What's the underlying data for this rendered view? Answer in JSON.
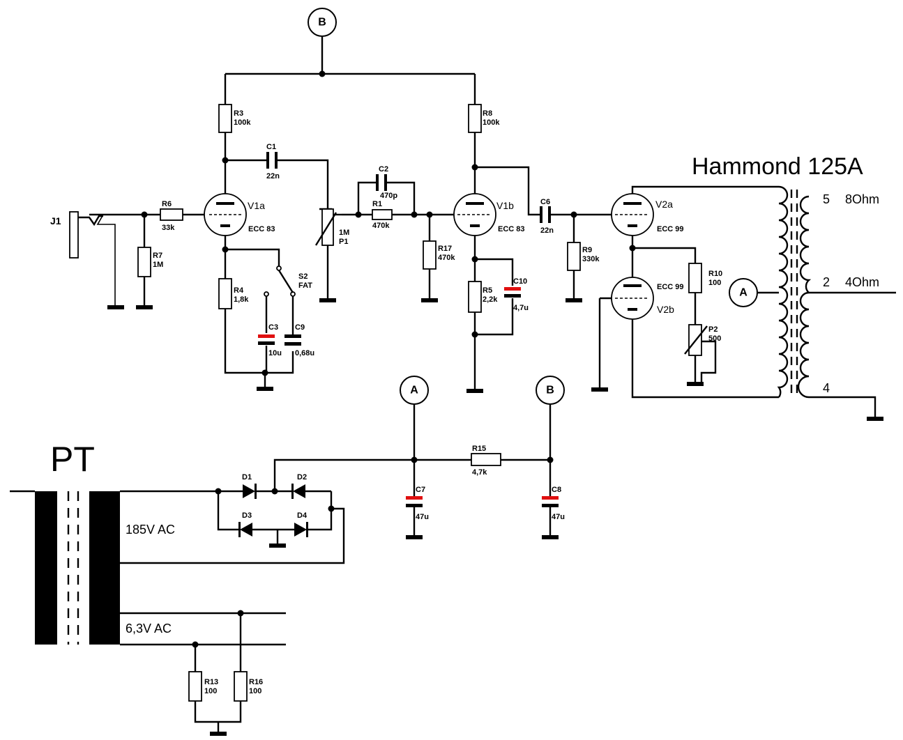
{
  "title": "Hammond 125A",
  "power_transformer": "PT",
  "supply": {
    "ac_high": "185V AC",
    "ac_heater": "6,3V AC"
  },
  "nodes": {
    "a": "A",
    "b": "B"
  },
  "output_taps": {
    "tap5": {
      "pin": "5",
      "imp": "8Ohm"
    },
    "tap2": {
      "pin": "2",
      "imp": "4Ohm"
    },
    "tap4": {
      "pin": "4"
    }
  },
  "jack": "J1",
  "tubes": {
    "v1a": {
      "ref": "V1a",
      "type": "ECC 83"
    },
    "v1b": {
      "ref": "V1b",
      "type": "ECC 83"
    },
    "v2a": {
      "ref": "V2a",
      "type": "ECC 99"
    },
    "v2b": {
      "ref": "V2b",
      "type": "ECC 99"
    }
  },
  "switch": {
    "ref": "S2",
    "name": "FAT"
  },
  "resistors": {
    "r1": {
      "ref": "R1",
      "val": "470k"
    },
    "r3": {
      "ref": "R3",
      "val": "100k"
    },
    "r4": {
      "ref": "R4",
      "val": "1,8k"
    },
    "r5": {
      "ref": "R5",
      "val": "2,2k"
    },
    "r6": {
      "ref": "R6",
      "val": "33k"
    },
    "r7": {
      "ref": "R7",
      "val": "1M"
    },
    "r8": {
      "ref": "R8",
      "val": "100k"
    },
    "r9": {
      "ref": "R9",
      "val": "330k"
    },
    "r10": {
      "ref": "R10",
      "val": "100"
    },
    "r13": {
      "ref": "R13",
      "val": "100"
    },
    "r15": {
      "ref": "R15",
      "val": "4,7k"
    },
    "r16": {
      "ref": "R16",
      "val": "100"
    },
    "r17": {
      "ref": "R17",
      "val": "470k"
    }
  },
  "pots": {
    "p1": {
      "ref": "P1",
      "val": "1M"
    },
    "p2": {
      "ref": "P2",
      "val": "500"
    }
  },
  "capacitors": {
    "c1": {
      "ref": "C1",
      "val": "22n"
    },
    "c2": {
      "ref": "C2",
      "val": "470p"
    },
    "c3": {
      "ref": "C3",
      "val": "10u"
    },
    "c6": {
      "ref": "C6",
      "val": "22n"
    },
    "c7": {
      "ref": "C7",
      "val": "47u"
    },
    "c8": {
      "ref": "C8",
      "val": "47u"
    },
    "c9": {
      "ref": "C9",
      "val": "0,68u"
    },
    "c10": {
      "ref": "C10",
      "val": "4,7u"
    }
  },
  "diodes": {
    "d1": "D1",
    "d2": "D2",
    "d3": "D3",
    "d4": "D4"
  },
  "colors": {
    "electrolytic_plate": "#e01010",
    "ink": "#000000"
  }
}
